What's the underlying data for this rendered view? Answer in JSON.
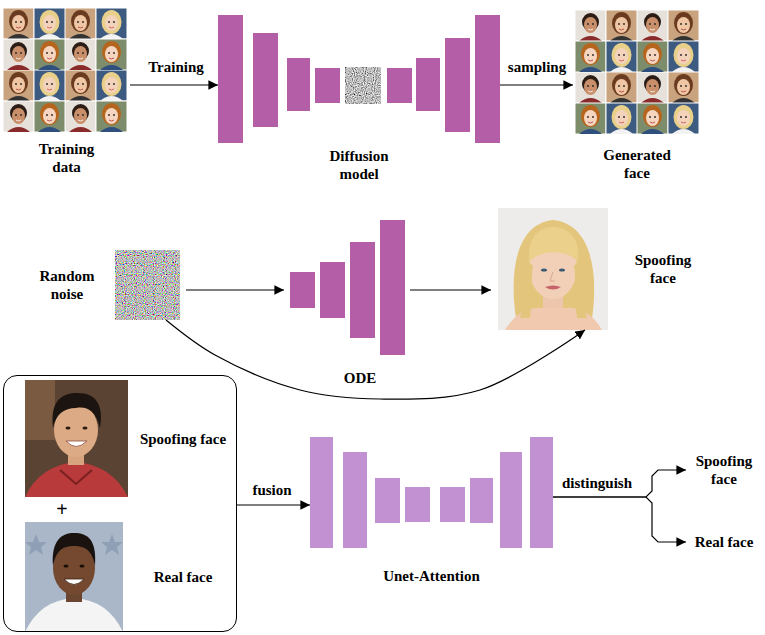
{
  "diagram": {
    "nodes": [
      {
        "text": [
          "Training data"
        ]
      },
      {
        "text": [
          "Diffusion model"
        ]
      },
      {
        "text": [
          "Generated face"
        ]
      },
      {
        "text": [
          "Random noise"
        ]
      },
      {
        "text": [
          "Spoofing face"
        ]
      },
      {
        "text": [
          "+"
        ]
      },
      {
        "text": [
          "Spoofing face"
        ],
        "in": 5
      },
      {
        "text": [
          "Real face"
        ],
        "in": 5
      },
      {
        "text": [
          "Unet-Attention"
        ]
      },
      {
        "text": [
          "Spoofing face"
        ]
      },
      {
        "text": [
          "Real face"
        ]
      }
    ],
    "edges": [
      {
        "from": 0,
        "to": 1,
        "label": "Training",
        "arrow": "to"
      },
      {
        "from": 1,
        "to": 2,
        "label": "sampling",
        "arrow": "to"
      },
      {
        "from": 3,
        "to": 4,
        "label": "ODE",
        "arrow": "to"
      },
      {
        "from": 5,
        "to": 8,
        "label": "fusion",
        "arrow": "to"
      },
      {
        "from": 8,
        "to": 9,
        "label": "distinguish",
        "arrow": "to"
      },
      {
        "from": 8,
        "to": 10,
        "arrow": "to"
      }
    ]
  }
}
